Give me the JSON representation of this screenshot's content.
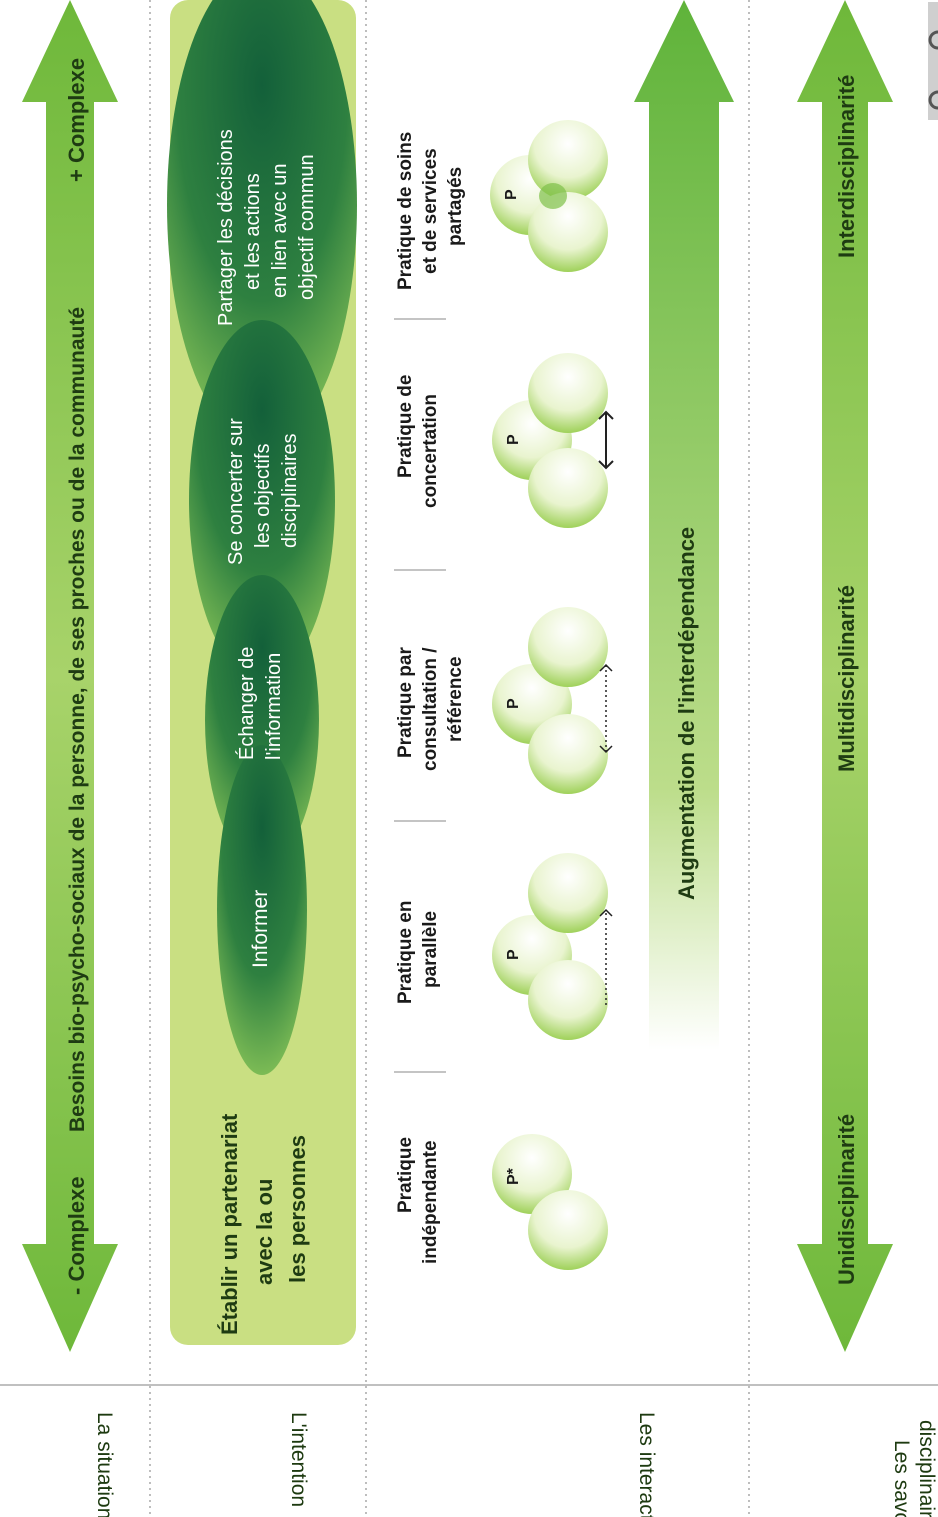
{
  "rows": {
    "situation": "La situation",
    "intention": "L'intention",
    "interactions": "Les interactions",
    "savoirs_line1": "Les savoirs",
    "savoirs_line2": "disciplinaires"
  },
  "situation": {
    "minus": "- Complexe",
    "main": "Besoins bio-psycho-sociaux de la personne, de ses proches ou de la communauté",
    "plus": "+ Complexe"
  },
  "intention": {
    "partenariat": [
      "Établir un partenariat",
      "avec la ou",
      "les personnes"
    ],
    "informer": [
      "Informer"
    ],
    "echanger": [
      "Échanger de",
      "l'information"
    ],
    "concerter": [
      "Se concerter sur",
      "les objectifs",
      "disciplinaires"
    ],
    "partager": [
      "Partager les décisions",
      "et les actions",
      "en lien avec un",
      "objectif commun"
    ]
  },
  "interactions": {
    "pratiques": [
      {
        "label": [
          "Pratique",
          "indépendante"
        ],
        "p": "P*"
      },
      {
        "label": [
          "Pratique en",
          "parallèle"
        ],
        "p": "P"
      },
      {
        "label": [
          "Pratique par",
          "consultation /",
          "référence"
        ],
        "p": "P"
      },
      {
        "label": [
          "Pratique de",
          "concertation"
        ],
        "p": "P"
      },
      {
        "label": [
          "Pratique de soins",
          "et de services",
          "partagés"
        ],
        "p": "P"
      }
    ],
    "arrow_label": "Augmentation de l'interdépendance"
  },
  "savoirs": {
    "uni": "Unidisciplinarité",
    "multi": "Multidisciplinarité",
    "inter": "Interdisciplinarité"
  },
  "colors": {
    "light_green": "#c8df82",
    "mid_green": "#7fc04a",
    "dark_green": "#1a6a34",
    "text_dark": "#1e3b12"
  }
}
